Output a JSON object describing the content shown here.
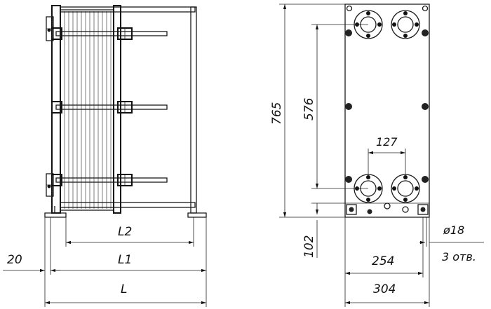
{
  "drawing": {
    "side_view": {
      "dim_l2": "L2",
      "dim_l1": "L1",
      "dim_l": "L",
      "dim_20": "20"
    },
    "front_view": {
      "dim_765": "765",
      "dim_576": "576",
      "dim_127": "127",
      "dim_102": "102",
      "dim_254": "254",
      "dim_304": "304",
      "dim_hole_dia": "ø18",
      "dim_hole_count": "3 отв."
    }
  }
}
